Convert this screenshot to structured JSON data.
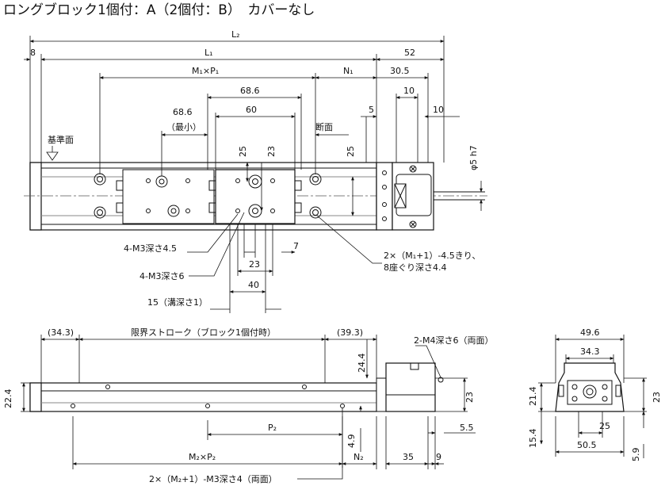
{
  "title": "ロングブロック1個付：A（2個付：B）　カバーなし",
  "top_view": {
    "L2": "L₂",
    "L1": "L₁",
    "end_offset": "8",
    "motor_len": "52",
    "M1P1": "M₁×P₁",
    "N1": "N₁",
    "d30_5": "30.5",
    "d10a": "10",
    "d10b": "10",
    "d68_6a": "68.6",
    "d60": "60",
    "d68_6b": "68.6",
    "min_label": "（最小）",
    "section_label": "断面",
    "d5": "5",
    "ref_surface": "基準面",
    "d25a": "25",
    "d23a": "23",
    "d25b": "25",
    "shaft": "φ5 h7",
    "d7": "7",
    "d23b": "23",
    "d40": "40",
    "note_m3_45": "4-M3深さ4.5",
    "note_m3_6": "4-M3深さ6",
    "note_groove": "15（溝深さ1）",
    "note_holes_line1": "2×（M₁+1）-4.5きり、",
    "note_holes_line2": "8座ぐり深さ4.4"
  },
  "side_view": {
    "d34_3": "(34.3)",
    "stroke": "限界ストローク（ブロック1個付時）",
    "d39_3": "(39.3)",
    "d24_4": "24.4",
    "d22_4": "22.4",
    "note_m4": "2-M4深さ6（両面）",
    "d23": "23",
    "P2": "P₂",
    "d4_9": "4.9",
    "d5_5": "5.5",
    "M2P2": "M₂×P₂",
    "N2": "N₂",
    "d35": "35",
    "d9": "9",
    "note_m3_bottom": "2×（M₂+1）-M3深さ4（両面）"
  },
  "end_view": {
    "d49_6": "49.6",
    "d34_3": "34.3",
    "d21_4": "21.4",
    "d23": "23",
    "d25": "25",
    "d15_4": "15.4",
    "d50_5": "50.5",
    "d5_9": "5.9"
  }
}
